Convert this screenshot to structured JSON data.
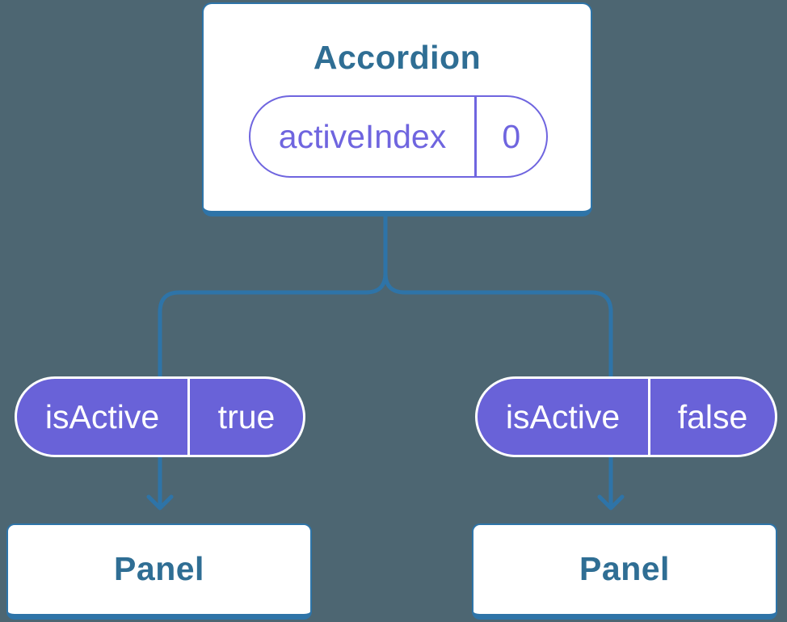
{
  "colors": {
    "background": "#4D6672",
    "line-blue": "#2E74A8",
    "text-blue": "#2F6E94",
    "purple-fill": "#6962D8",
    "purple-outline": "#6F65DF",
    "card-white": "#FFFFFF",
    "pill-text-white": "#FFFFFF"
  },
  "tree": {
    "root": {
      "title": "Accordion",
      "state": {
        "name": "activeIndex",
        "value": "0"
      }
    },
    "children": [
      {
        "prop": {
          "name": "isActive",
          "value": "true"
        },
        "component": {
          "title": "Panel"
        }
      },
      {
        "prop": {
          "name": "isActive",
          "value": "false"
        },
        "component": {
          "title": "Panel"
        }
      }
    ]
  }
}
